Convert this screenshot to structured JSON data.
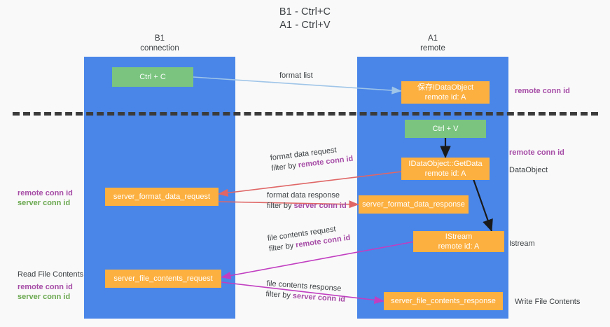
{
  "title": {
    "line1": "B1 - Ctrl+C",
    "line2": "A1 - Ctrl+V"
  },
  "columns": [
    {
      "name": "B1",
      "role": "connection"
    },
    {
      "name": "A1",
      "role": "remote"
    }
  ],
  "nodes": {
    "ctrl_c": {
      "label": "Ctrl + C"
    },
    "ctrl_v": {
      "label": "Ctrl + V"
    },
    "save_idataobject": {
      "line1": "保存IDataObject",
      "line2": "remote id: A"
    },
    "getdata": {
      "line1": "IDataObject::GetData",
      "line2": "remote id: A"
    },
    "istream": {
      "line1": "IStream",
      "line2": "remote id: A"
    },
    "server_format_data_request": {
      "label": "server_format_data_request"
    },
    "server_format_data_response": {
      "label": "server_format_data_response"
    },
    "server_file_contents_request": {
      "label": "server_file_contents_request"
    },
    "server_file_contents_response": {
      "label": "server_file_contents_response"
    }
  },
  "edge_labels": {
    "format_list": "format list",
    "format_data_request": "format data request",
    "format_data_request_filter_prefix": "filter by ",
    "format_data_request_filter_key": "remote conn id",
    "format_data_response": "format data response",
    "format_data_response_filter_prefix": "filter by ",
    "format_data_response_filter_key": "server conn id",
    "file_contents_request": "file contents request",
    "file_contents_request_filter_prefix": "filter by ",
    "file_contents_request_filter_key": "remote conn id",
    "file_contents_response": "file contents response",
    "file_contents_response_filter_prefix": "filter by ",
    "file_contents_response_filter_key": "server conn id"
  },
  "side_labels": {
    "right_remote_conn_id_top": "remote conn id",
    "right_remote_conn_id_mid": "remote conn id",
    "right_dataobject": "DataObject",
    "right_istream": "Istream",
    "right_write_file_contents": "Write File Contents",
    "left_remote_conn_id_mid": "remote conn id",
    "left_server_conn_id_mid": "server conn id",
    "left_read_file_contents": "Read File Contents",
    "left_remote_conn_id_bottom": "remote conn id",
    "left_server_conn_id_bottom": "server conn id"
  },
  "colors": {
    "lane": "#4a86e8",
    "green_box": "#7ac47f",
    "orange_box": "#fcb040",
    "purple_text": "#a64ca6",
    "green_text": "#6aa84f",
    "arrow_light_blue": "#9fc5e8",
    "arrow_red": "#e06666",
    "arrow_magenta": "#c13ec1",
    "arrow_black": "#1a1a1a",
    "divider": "#3b3b3b",
    "background": "#f9f9f9"
  }
}
